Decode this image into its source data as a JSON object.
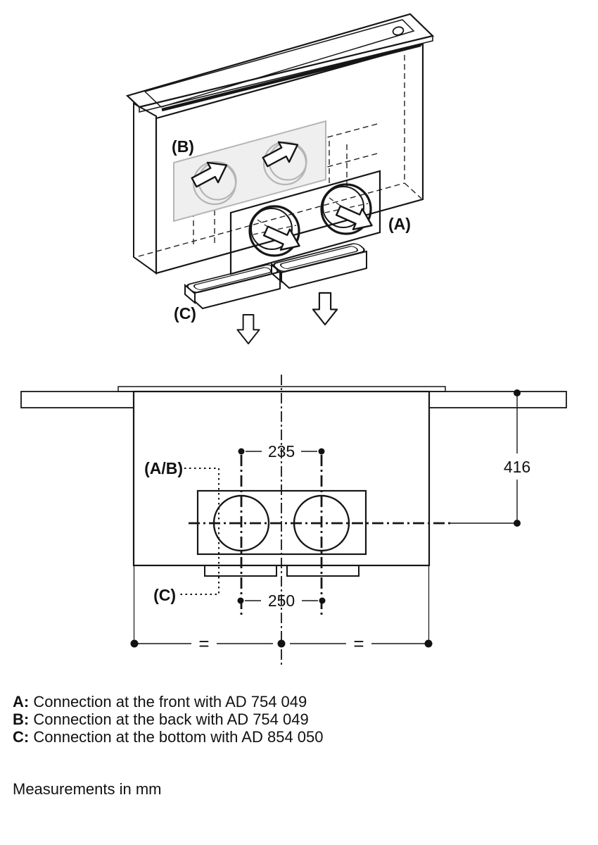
{
  "isometric_diagram": {
    "label_a": "(A)",
    "label_b": "(B)",
    "label_c": "(C)"
  },
  "dimension_diagram": {
    "label_ab": "(A/B)",
    "label_c": "(C)",
    "dim_top_spacing": "235",
    "dim_right_height": "416",
    "dim_bottom_spacing": "250",
    "equal_left": "=",
    "equal_right": "="
  },
  "legend": {
    "items": [
      {
        "key": "A:",
        "text": "Connection at the front with AD 754 049"
      },
      {
        "key": "B:",
        "text": "Connection at the back with AD 754 049"
      },
      {
        "key": "C:",
        "text": "Connection at the bottom with AD 854 050"
      }
    ],
    "note": "Measurements in mm"
  },
  "colors": {
    "line": "#161616",
    "panel_a_fill": "#d2d2d2",
    "panel_b_fill": "#efefef",
    "panel_b_stroke": "#b5b5b5",
    "tray_fill": "#d6d6d6",
    "tray_inner_fill": "#cfcfcf",
    "body_side_fill": "#ebebeb"
  }
}
